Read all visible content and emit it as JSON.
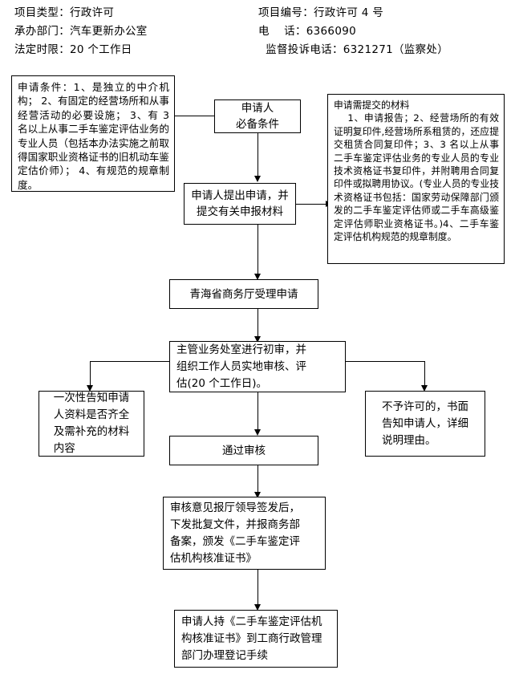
{
  "header": {
    "left": [
      "项目类型：行政许可",
      "承办部门：汽车更新办公室",
      "法定时限：20 个工作日"
    ],
    "right": [
      "项目编号：行政许可 4 号",
      "电    话：6366090",
      "  监督投诉电话：6321271（监察处）"
    ]
  },
  "boxes": {
    "conditions": "申请条件：1、是独立的中介机构； 2、有固定的经营场所和从事经营活动的必要设施； 3、有 3 名以上从事二手车鉴定评估业务的专业人员（包括本办法实施之前取得国家职业资格证书的旧机动车鉴定估价师）； 4、有规范的规章制度。",
    "materials_title": "申请需提交的材料",
    "materials_body": "    1、申请报告；2、经营场所的有效证明复印件,经营场所系租赁的，还应提交租赁合同复印件；3、3 名以上从事二手车鉴定评估业务的专业人员的专业技术资格证书复印件，并附聘用合同复印件或拟聘用协议。(专业人员的专业技术资格证书包括：国家劳动保障部门颁发的二手车鉴定评估师或二手车高级鉴定评估师职业资格证书。)4、二手车鉴定评估机构规范的规章制度。",
    "applicant_prereq": "申请人\n必备条件",
    "submit_application": "申请人提出申请，并\n提交有关申报材料",
    "accept_application": "青海省商务厅受理申请",
    "preliminary_review": "主管业务处室进行初审，并\n组织工作人员实地审核、评\n估(20 个工作日)。",
    "notify_once": "一次性告知申请\n人资料是否齐全\n及需补充的材料\n内容",
    "not_permitted": "不予许可的，书面\n告知申请人，详细\n说明理由。",
    "passed_review": "通过审核",
    "issue_certificate": "审核意见报厅领导签发后，\n下发批复文件，并报商务部\n备案，颁发《二手车鉴定评\n估机构核准证书》",
    "register": "申请人持《二手车鉴定评估机\n构核准证书》到工商行政管理\n部门办理登记手续"
  },
  "colors": {
    "line": "#000000",
    "background": "#ffffff",
    "text": "#000000"
  }
}
